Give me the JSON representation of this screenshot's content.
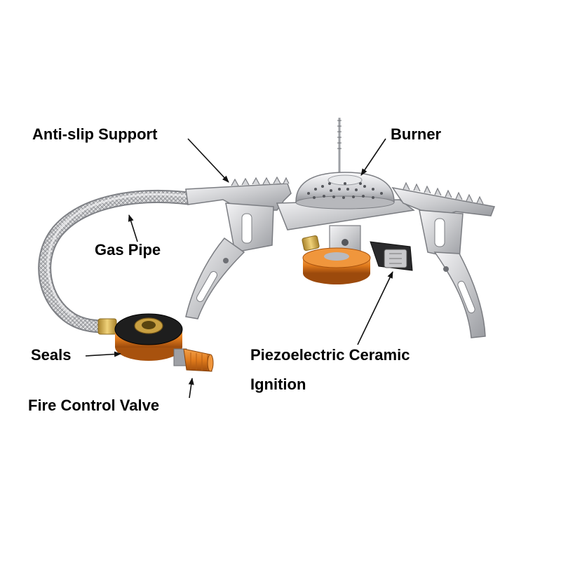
{
  "labels": {
    "anti_slip_support": "Anti-slip Support",
    "burner": "Burner",
    "gas_pipe": "Gas Pipe",
    "seals": "Seals",
    "piezo_line1": "Piezoelectric Ceramic",
    "piezo_line2": "Ignition",
    "fire_control_valve": "Fire Control Valve"
  },
  "colors": {
    "steel_light": "#e6e6e8",
    "steel_mid": "#c4c5c9",
    "steel_dark": "#8a8c92",
    "copper": "#e07a1c",
    "copper_dark": "#a8520e",
    "brass": "#d9b45a",
    "black_part": "#1e1e1e"
  }
}
